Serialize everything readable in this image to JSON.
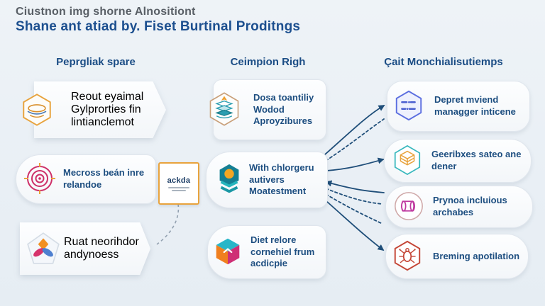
{
  "title": {
    "line1": "Ciustnon img shorne Alnositiont",
    "line2": "Shane ant atiad by. Fiset Burtinal Proditngs"
  },
  "columns": [
    {
      "header": "Peprgliak spare",
      "cards": [
        {
          "text": "Reout eyaimal Gylprorties fin lintianclemot",
          "icon": "layers-hexagon-icon"
        },
        {
          "text": "Mecross beán inre relandoe",
          "icon": "target-icon"
        },
        {
          "text": "Ruat neorihdor andynoess",
          "icon": "pinwheel-pentagon-icon"
        }
      ]
    },
    {
      "header": "Ceimpion Righ",
      "cards": [
        {
          "text": "Dosa toantiliy Wodod Aproyzibures",
          "icon": "stack-flame-hexagon-icon"
        },
        {
          "text": "With chlorgeru autivers Moatestment",
          "icon": "sun-layers-icon"
        },
        {
          "text": "Diet relore cornehiel frum acdicpie",
          "icon": "tricolor-hexagon-arrow-icon"
        }
      ]
    },
    {
      "header": "Çait Monchialisutiemps",
      "cards": [
        {
          "text": "Depret mviend managger inticene",
          "icon": "sliders-hexagon-icon"
        },
        {
          "text": "Geeribxes sateo ane dener",
          "icon": "box-stack-hexagon-icon"
        },
        {
          "text": "Prynoa incluious archabes",
          "icon": "cube-circle-icon"
        },
        {
          "text": "Breming apotilation",
          "icon": "bug-hexagon-icon"
        }
      ]
    }
  ],
  "connector_box": {
    "label": "ackda"
  },
  "colors": {
    "background": "#edf2f6",
    "navy_text": "#1d4e80",
    "title_gray": "#595f66",
    "title_navy": "#1c4f8f",
    "connector": "#1f4e79",
    "orange": "#e8a33d",
    "magenta": "#ce2f68",
    "teal": "#2ab3b8",
    "blue": "#4a5fd0",
    "red": "#c44536"
  }
}
